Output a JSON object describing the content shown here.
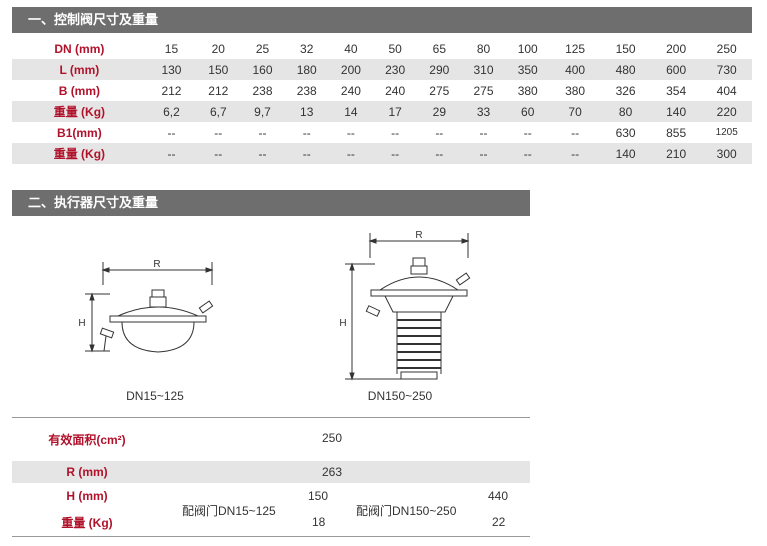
{
  "section1": {
    "title": "一、控制阀尺寸及重量"
  },
  "section2": {
    "title": "二、执行器尺寸及重量"
  },
  "valve_table": {
    "rows": [
      {
        "label": "DN (mm)",
        "values": [
          "15",
          "20",
          "25",
          "32",
          "40",
          "50",
          "65",
          "80",
          "100",
          "125",
          "150",
          "200",
          "250"
        ]
      },
      {
        "label": "L  (mm)",
        "values": [
          "130",
          "150",
          "160",
          "180",
          "200",
          "230",
          "290",
          "310",
          "350",
          "400",
          "480",
          "600",
          "730"
        ]
      },
      {
        "label": "B  (mm)",
        "values": [
          "212",
          "212",
          "238",
          "238",
          "240",
          "240",
          "275",
          "275",
          "380",
          "380",
          "326",
          "354",
          "404"
        ]
      },
      {
        "label": "重量 (Kg)",
        "values": [
          "6,2",
          "6,7",
          "9,7",
          "13",
          "14",
          "17",
          "29",
          "33",
          "60",
          "70",
          "80",
          "140",
          "220"
        ]
      },
      {
        "label": "B1(mm)",
        "values": [
          "--",
          "--",
          "--",
          "--",
          "--",
          "--",
          "--",
          "--",
          "--",
          "--",
          "630",
          "855",
          "1205"
        ]
      },
      {
        "label": "重量 (Kg)",
        "values": [
          "--",
          "--",
          "--",
          "--",
          "--",
          "--",
          "--",
          "--",
          "--",
          "--",
          "140",
          "210",
          "300"
        ]
      }
    ]
  },
  "diagrams": {
    "small": {
      "caption": "DN15~125",
      "dim_r": "R",
      "dim_h": "H"
    },
    "large": {
      "caption": "DN150~250",
      "dim_r": "R",
      "dim_h": "H"
    }
  },
  "actuator_table": {
    "area_label": "有效面积(cm²)",
    "area_value": "250",
    "r_label": "R   (mm)",
    "r_value": "263",
    "h_label": "H   (mm)",
    "weight_label": "重量 (Kg)",
    "small": {
      "note": "配阀门DN15~125",
      "h": "150",
      "weight": "18"
    },
    "large": {
      "note": "配阀门DN150~250",
      "h": "440",
      "weight": "22"
    }
  }
}
